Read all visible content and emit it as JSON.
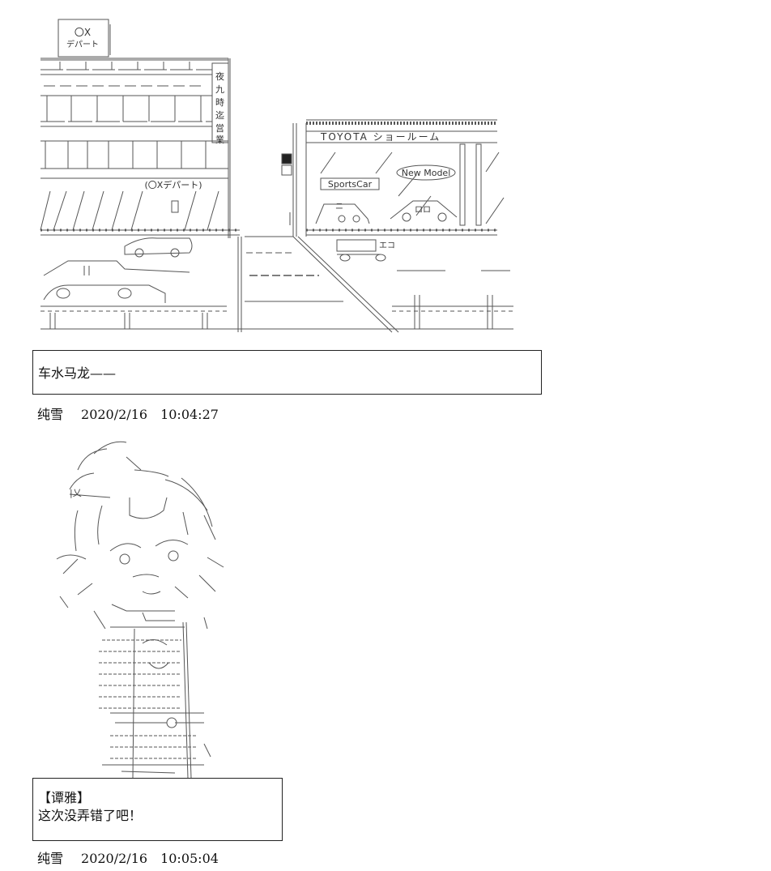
{
  "post1": {
    "art": {
      "store_sign_top": "〇X",
      "store_sign_bottom": "デパート",
      "banner_side": "夜九時迄営業",
      "store_name": "(〇Xデパート)",
      "showroom_name": "TOYOTA ショールーム",
      "bubble_new_model": "New Model",
      "sign_sportscar": "SportsCar",
      "car_label_left": "ニ",
      "car_label_right": "ロロ",
      "car_label_eco": "エコ"
    },
    "dialog": "车水马龙——",
    "author": "纯雪",
    "date": "2020/2/16",
    "time": "10:04:27"
  },
  "post2": {
    "speaker": "【谭雅】",
    "dialog": "这次没弄错了吧！",
    "author": "纯雪",
    "date": "2020/2/16",
    "time": "10:05:04"
  },
  "colors": {
    "line_art": "#555555",
    "border": "#222222",
    "text": "#111111",
    "background": "#ffffff"
  }
}
